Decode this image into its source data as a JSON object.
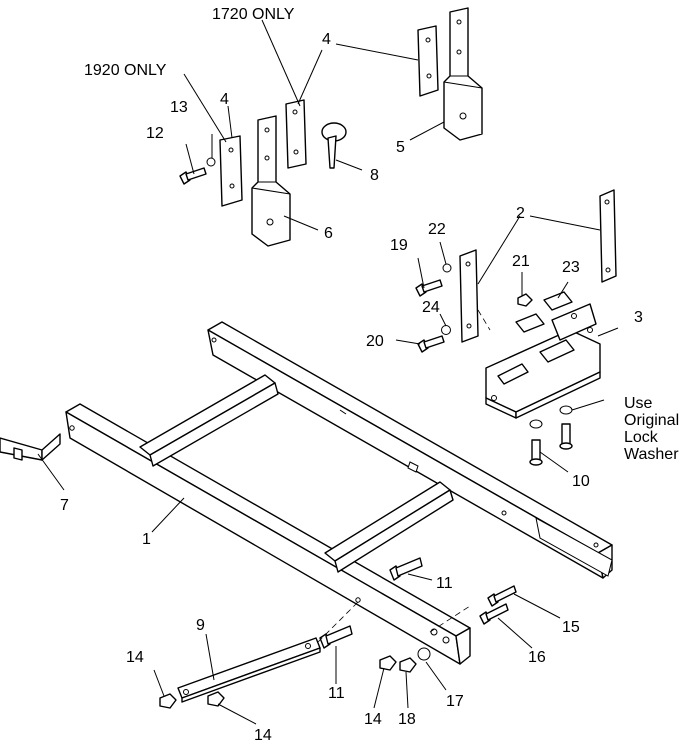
{
  "notes": {
    "only_1720": "1720 ONLY",
    "only_1920": "1920 ONLY",
    "lock_washer": [
      "Use",
      "Original",
      "Lock",
      "Washer"
    ]
  },
  "callouts": {
    "c1": "1",
    "c2": "2",
    "c3": "3",
    "c4a": "4",
    "c4b": "4",
    "c5": "5",
    "c6": "6",
    "c7": "7",
    "c8": "8",
    "c9": "9",
    "c10": "10",
    "c11a": "11",
    "c11b": "11",
    "c12": "12",
    "c13": "13",
    "c14a": "14",
    "c14b": "14",
    "c14c": "14",
    "c15": "15",
    "c16": "16",
    "c17": "17",
    "c18": "18",
    "c19": "19",
    "c20": "20",
    "c21": "21",
    "c22": "22",
    "c23": "23",
    "c24": "24"
  }
}
